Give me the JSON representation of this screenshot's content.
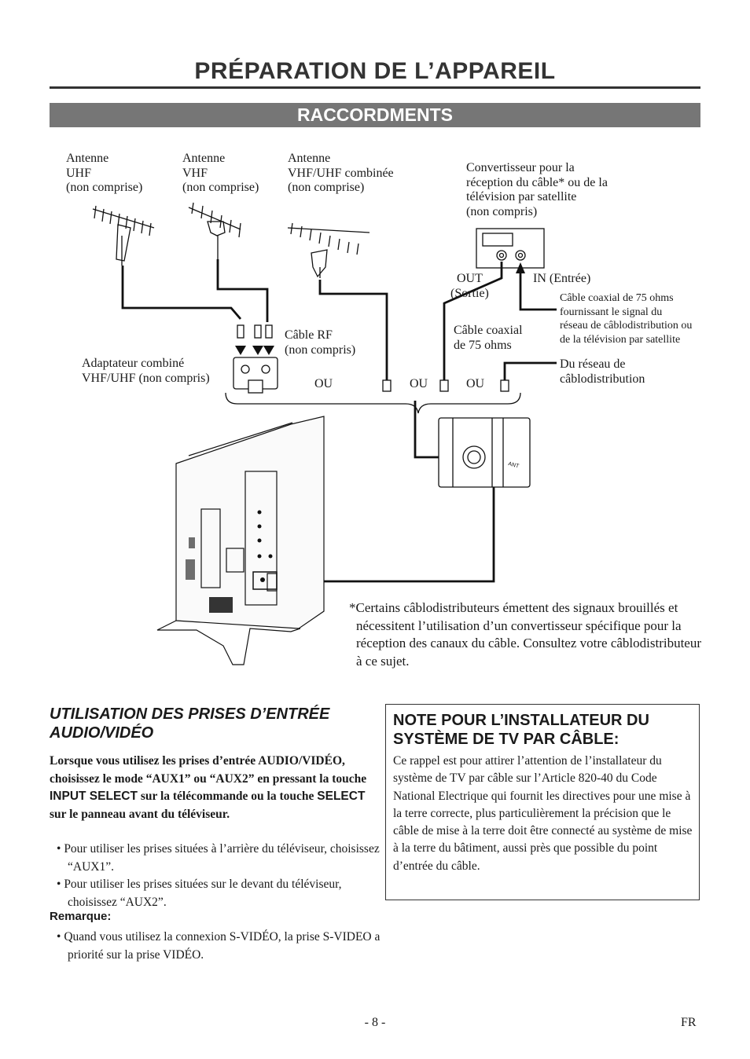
{
  "header": {
    "title": "PRÉPARATION DE L’APPAREIL",
    "section": "RACCORDMENTS"
  },
  "diagram": {
    "antenna_uhf": "Antenne\nUHF\n(non comprise)",
    "antenna_vhf": "Antenne\nVHF\n(non comprise)",
    "antenna_combo": "Antenne\nVHF/UHF combinée\n(non comprise)",
    "converter": "Convertisseur pour la\nréception du câble* ou de la\ntélévision par satellite\n(non compris)",
    "out_label": "OUT\n(Sortie)",
    "in_label": "IN (Entrée)",
    "coax_signal": "Câble coaxial de 75 ohms\nfournissant le signal du\nréseau de câblodistribution ou\nde la télévision par satellite",
    "rf_cable": "Câble RF\n(non compris)",
    "coax_75": "Câble coaxial\nde 75 ohms",
    "adapter": "Adaptateur combiné\nVHF/UHF (non compris)",
    "from_cable": "Du réseau de\ncâblodistribution",
    "or": "OU",
    "ant_jack": "ANT"
  },
  "footnote": "*Certains câblodistributeurs émettent des signaux brouillés et nécessitent l’utilisation d’un convertisseur spécifique pour la réception des canaux du câble. Consultez votre câblodistributeur à ce sujet.",
  "av_section": {
    "title": "UTILISATION DES PRISES D’ENTRÉE AUDIO/VIDÉO",
    "lead_1": "Lorsque vous utilisez les prises d’entrée AUDIO/VIDÉO, choisissez le mode “AUX1” ou “AUX2” en pressant la touche ",
    "key_input_select": "INPUT SELECT",
    "lead_2": " sur la télécommande ou la touche ",
    "key_select": "SELECT",
    "lead_3": " sur le panneau avant du téléviseur.",
    "bullets": [
      "Pour utiliser les prises situées à l’arrière du téléviseur, choisissez “AUX1”.",
      "Pour utiliser les prises situées sur le devant du téléviseur, choisissez “AUX2”."
    ],
    "remark_label": "Remarque:",
    "remark_bullet": "Quand vous utilisez la connexion S-VIDÉO, la prise S-VIDEO a priorité sur la prise VIDÉO."
  },
  "note": {
    "title": "NOTE POUR L’INSTALLATEUR DU SYSTÈME DE TV PAR CÂBLE:",
    "body": "Ce rappel est pour attirer l’attention de l’installateur du système de TV par câble sur l’Article 820-40 du Code National Electrique qui fournit les directives pour une mise à la terre correcte, plus particulièrement la précision que le câble de mise à la terre doit être connecté au système de mise à la terre du bâtiment, aussi près que possible du point d’entrée du câble."
  },
  "footer": {
    "page": "- 8 -",
    "lang": "FR"
  }
}
